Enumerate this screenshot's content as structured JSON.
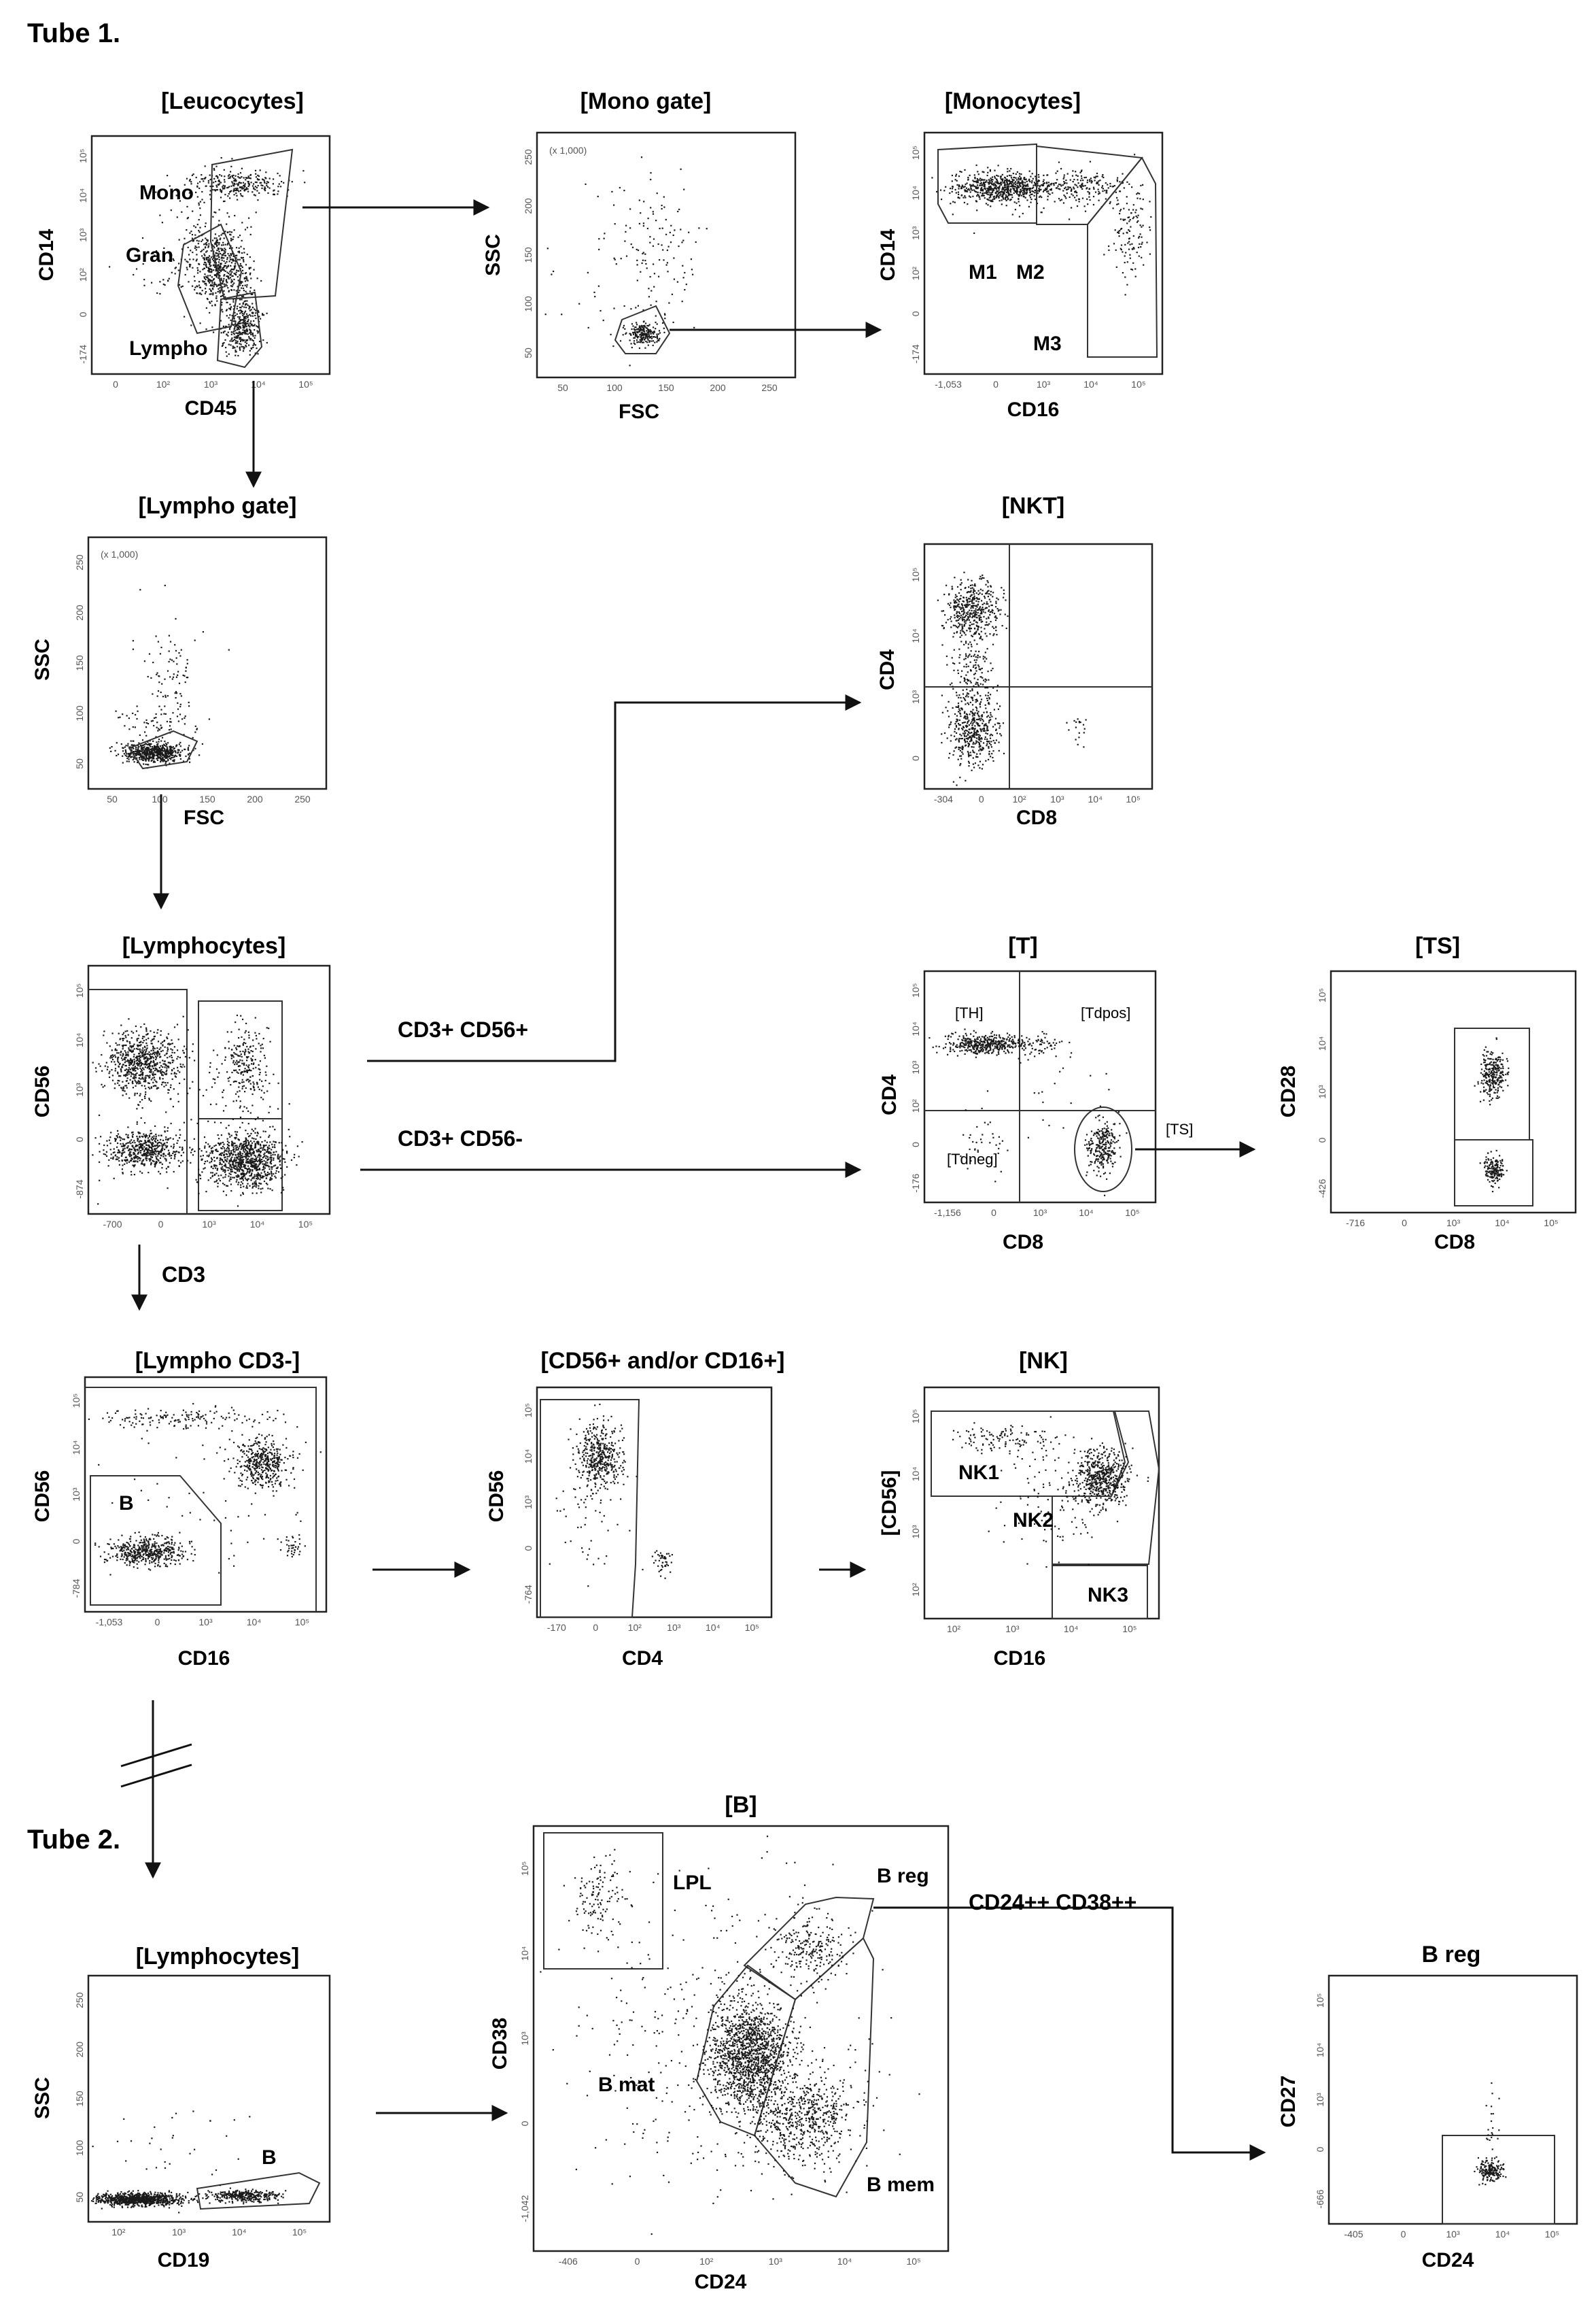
{
  "tubes": {
    "tube1": "Tube 1.",
    "tube2": "Tube 2."
  },
  "plots": {
    "leuco": {
      "title": "[Leucocytes]",
      "x": "CD45",
      "y": "CD14",
      "gates": {
        "mono": "Mono",
        "gran": "Gran",
        "lympho": "Lympho"
      },
      "xt": [
        "0",
        "10²",
        "10³",
        "10⁴",
        "10⁵"
      ],
      "yt": [
        "-174",
        "0",
        "10²",
        "10³",
        "10⁴",
        "10⁵"
      ]
    },
    "monogate": {
      "title": "[Mono   gate]",
      "x": "FSC",
      "y": "SSC",
      "unit": "(x 1,000)",
      "xt": [
        "50",
        "100",
        "150",
        "200",
        "250"
      ],
      "yt": [
        "50",
        "100",
        "150",
        "200",
        "250"
      ]
    },
    "monocytes": {
      "title": "[Monocytes]",
      "x": "CD16",
      "y": "CD14",
      "gates": {
        "m1": "M1",
        "m2": "M2",
        "m3": "M3"
      },
      "xt": [
        "-1,053",
        "0",
        "10³",
        "10⁴",
        "10⁵"
      ],
      "yt": [
        "-174",
        "0",
        "10²",
        "10³",
        "10⁴",
        "10⁵"
      ]
    },
    "lymgate": {
      "title": "[Lympho  gate]",
      "x": "FSC",
      "y": "SSC",
      "unit": "(x 1,000)",
      "xt": [
        "50",
        "100",
        "150",
        "200",
        "250"
      ],
      "yt": [
        "50",
        "100",
        "150",
        "200",
        "250"
      ]
    },
    "nkt": {
      "title": "[NKT]",
      "x": "CD8",
      "y": "CD4",
      "xt": [
        "-304",
        "0",
        "10²",
        "10³",
        "10⁴",
        "10⁵"
      ],
      "yt": [
        "0",
        "10³",
        "10⁴",
        "10⁵"
      ]
    },
    "lymph": {
      "title": "[Lymphocytes]",
      "x": "",
      "y": "CD56",
      "xt": [
        "-700",
        "0",
        "10³",
        "10⁴",
        "10⁵"
      ],
      "yt": [
        "-874",
        "0",
        "10³",
        "10⁴",
        "10⁵"
      ]
    },
    "t": {
      "title": "[T]",
      "x": "CD8",
      "y": "CD4",
      "gates": {
        "th": "[TH]",
        "tdpos": "[Tdpos]",
        "tdneg": "[Tdneg]",
        "ts": "[TS]"
      },
      "xt": [
        "-1,156",
        "0",
        "10³",
        "10⁴",
        "10⁵"
      ],
      "yt": [
        "-176",
        "0",
        "10²",
        "10³",
        "10⁴",
        "10⁵"
      ]
    },
    "ts": {
      "title": "[TS]",
      "x": "CD8",
      "y": "CD28",
      "xt": [
        "-716",
        "0",
        "10³",
        "10⁴",
        "10⁵"
      ],
      "yt": [
        "-426",
        "0",
        "10³",
        "10⁴",
        "10⁵"
      ]
    },
    "cd3neg": {
      "title": "[Lympho CD3-]",
      "x": "CD16",
      "y": "CD56",
      "gates": {
        "b": "B"
      },
      "xt": [
        "-1,053",
        "0",
        "10³",
        "10⁴",
        "10⁵"
      ],
      "yt": [
        "-784",
        "0",
        "10³",
        "10⁴",
        "10⁵"
      ]
    },
    "cd56cd16": {
      "title": "[CD56+  and/or CD16+]",
      "x": "CD4",
      "y": "CD56",
      "xt": [
        "-170",
        "0",
        "10²",
        "10³",
        "10⁴",
        "10⁵"
      ],
      "yt": [
        "-764",
        "0",
        "10³",
        "10⁴",
        "10⁵"
      ]
    },
    "nk": {
      "title": "[NK]",
      "x": "CD16",
      "y": "[CD56]",
      "gates": {
        "nk1": "NK1",
        "nk2": "NK2",
        "nk3": "NK3"
      },
      "xt": [
        "10²",
        "10³",
        "10⁴",
        "10⁵"
      ],
      "yt": [
        "10²",
        "10³",
        "10⁴",
        "10⁵"
      ]
    },
    "lymph2": {
      "title": "[Lymphocytes]",
      "x": "CD19",
      "y": "SSC",
      "gates": {
        "b": "B"
      },
      "xt": [
        "10²",
        "10³",
        "10⁴",
        "10⁵"
      ],
      "yt": [
        "50",
        "100",
        "150",
        "200",
        "250"
      ]
    },
    "bplot": {
      "title": "[B]",
      "x": "CD24",
      "y": "CD38",
      "gates": {
        "lpl": "LPL",
        "breg": "B reg",
        "bmat": "B mat",
        "bmem": "B mem"
      },
      "xt": [
        "-406",
        "0",
        "10²",
        "10³",
        "10⁴",
        "10⁵"
      ],
      "yt": [
        "-1,042",
        "0",
        "10³",
        "10⁴",
        "10⁵"
      ]
    },
    "breg": {
      "title": "B reg",
      "x": "CD24",
      "y": "CD27",
      "xt": [
        "-405",
        "0",
        "10³",
        "10⁴",
        "10⁵"
      ],
      "yt": [
        "-666",
        "0",
        "10³",
        "10⁴",
        "10⁵"
      ]
    }
  },
  "connectors": {
    "cd3pos_cd56pos": "CD3+ CD56+",
    "cd3pos_cd56neg": "CD3+ CD56-",
    "cd3": "CD3",
    "cd24cd38": "CD24++ CD38++"
  },
  "colors": {
    "ink": "#111111",
    "dots": "#1a1a1a",
    "frame": "#222222"
  }
}
